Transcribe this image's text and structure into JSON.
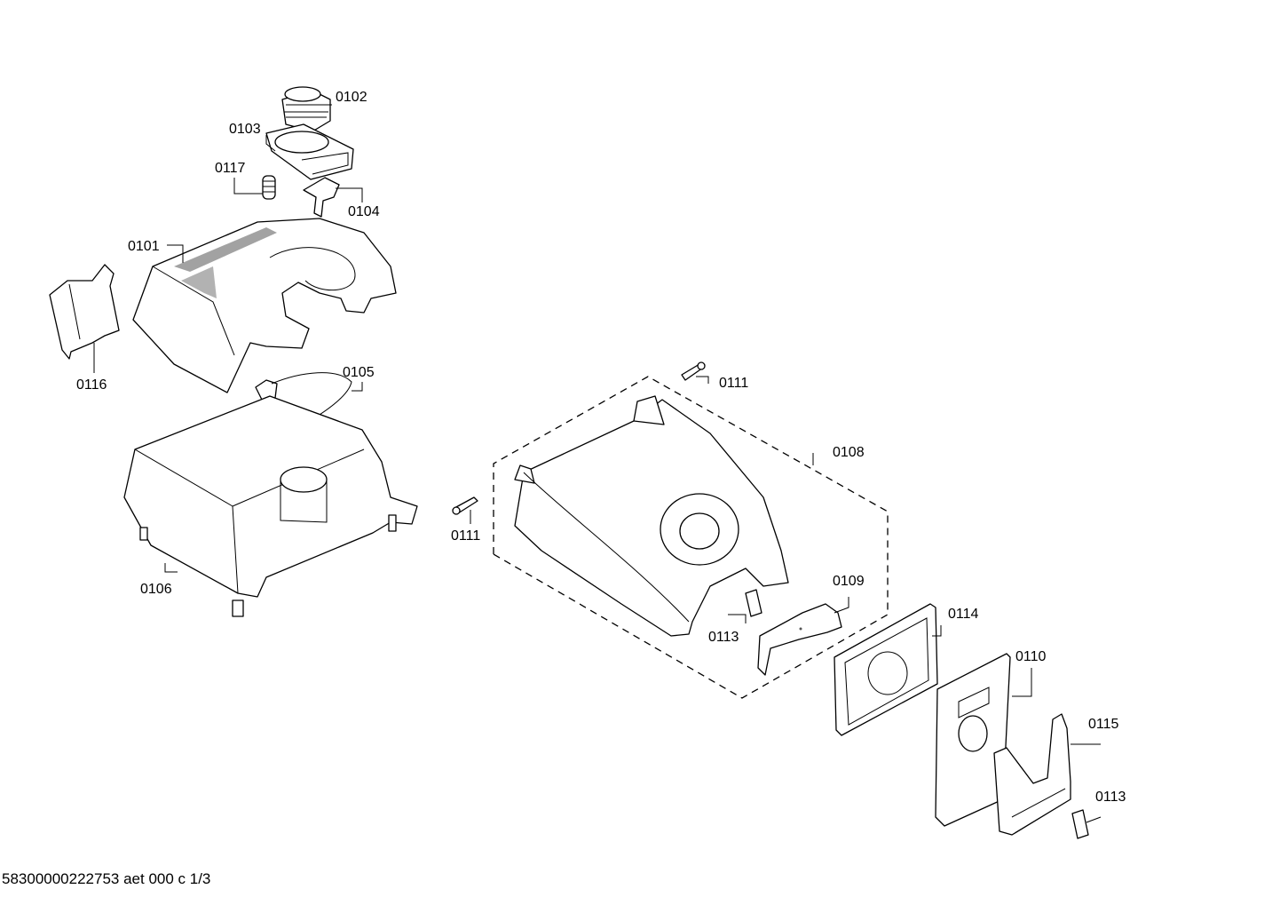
{
  "labels": {
    "p0101": "0101",
    "p0102": "0102",
    "p0103": "0103",
    "p0104": "0104",
    "p0105": "0105",
    "p0106": "0106",
    "p0108": "0108",
    "p0109": "0109",
    "p0110": "0110",
    "p0111_top": "0111",
    "p0111_left": "0111",
    "p0113_left": "0113",
    "p0113_right": "0113",
    "p0114": "0114",
    "p0115": "0115",
    "p0116": "0116",
    "p0117": "0117"
  },
  "footer": "58300000222753 aet 000 c 1/3"
}
